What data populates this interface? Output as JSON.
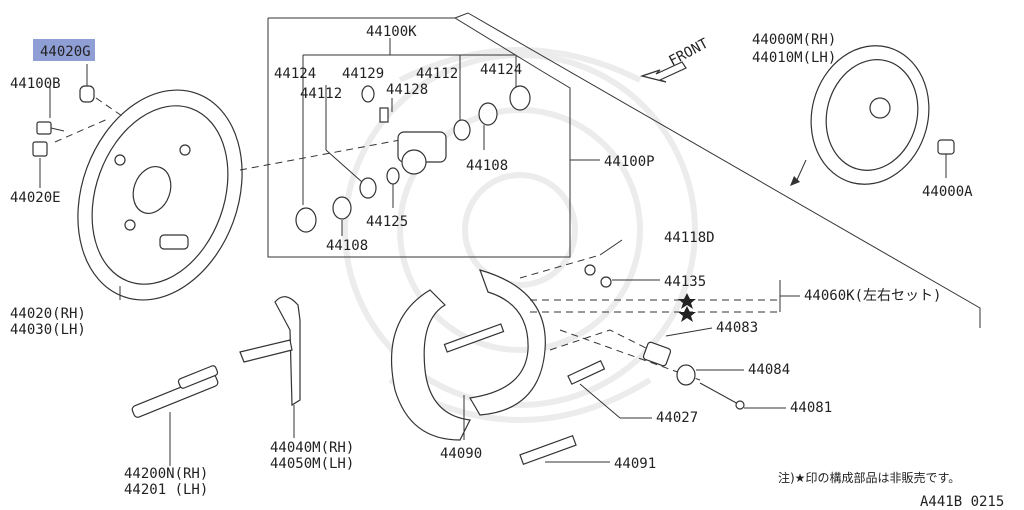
{
  "diagram": {
    "box_group_label": "44100K",
    "parts": {
      "p44020G": "44020G",
      "p44100B": "44100B",
      "p44020E": "44020E",
      "p44020RH": "44020(RH)",
      "p44030LH": "44030(LH)",
      "p44124a": "44124",
      "p44129": "44129",
      "p44112a": "44112",
      "p44124b": "44124",
      "p44112b": "44112",
      "p44128": "44128",
      "p44108a": "44108",
      "p44125": "44125",
      "p44108b": "44108",
      "p44100P": "44100P",
      "p44000M": "44000M(RH)",
      "p44010M": "44010M(LH)",
      "p44000A": "44000A",
      "p44118D": "44118D",
      "p44135": "44135",
      "p44060K": "44060K(左右セット)",
      "p44083": "44083",
      "p44084": "44084",
      "p44081": "44081",
      "p44027": "44027",
      "p44090": "44090",
      "p44091": "44091",
      "p44040M": "44040M(RH)",
      "p44050M": "44050M(LH)",
      "p44200N": "44200N(RH)",
      "p44201": "44201  (LH)"
    },
    "front_label": "FRONT",
    "note": "注)★印の構成部品は非販売です。",
    "footer_code": "A441B 0215",
    "highlight_color": "#8f9fd6"
  }
}
